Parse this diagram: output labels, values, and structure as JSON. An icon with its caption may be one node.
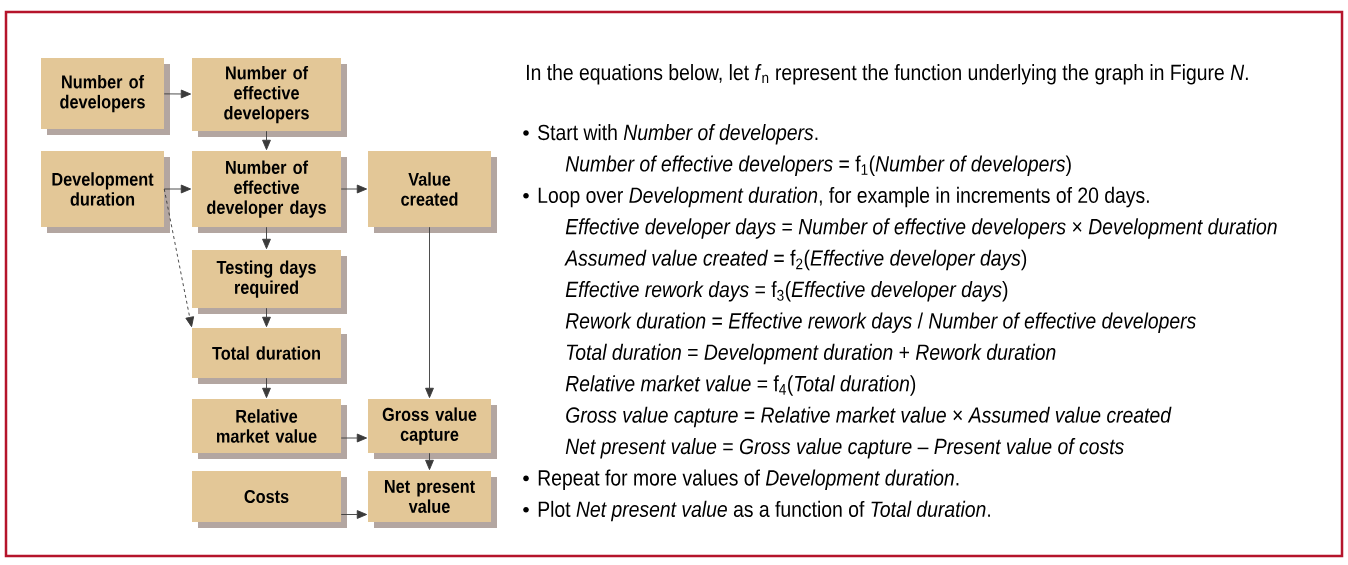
{
  "diagram": {
    "nodes": [
      {
        "text": [
          "Number of developers"
        ]
      },
      {
        "text": [
          "Number of effective developers"
        ]
      },
      {
        "text": [
          "Development duration"
        ]
      },
      {
        "text": [
          "Number of effective developer days"
        ]
      },
      {
        "text": [
          "Value created"
        ]
      },
      {
        "text": [
          "Testing days required"
        ]
      },
      {
        "text": [
          "Total duration"
        ]
      },
      {
        "text": [
          "Relative market value"
        ]
      },
      {
        "text": [
          "Gross value capture"
        ]
      },
      {
        "text": [
          "Costs"
        ]
      },
      {
        "text": [
          "Net present value"
        ]
      }
    ],
    "edges": [
      {
        "from": 0,
        "to": 1,
        "arrow": "to"
      },
      {
        "from": 1,
        "to": 3,
        "arrow": "to"
      },
      {
        "from": 2,
        "to": 3,
        "arrow": "to"
      },
      {
        "from": 2,
        "to": 6,
        "arrow": "to",
        "style": "dashed"
      },
      {
        "from": 3,
        "to": 4,
        "arrow": "to"
      },
      {
        "from": 3,
        "to": 5,
        "arrow": "to"
      },
      {
        "from": 5,
        "to": 6,
        "arrow": "to"
      },
      {
        "from": 4,
        "to": 8,
        "arrow": "to"
      },
      {
        "from": 6,
        "to": 7,
        "arrow": "to"
      },
      {
        "from": 7,
        "to": 8,
        "arrow": "to"
      },
      {
        "from": 8,
        "to": 10,
        "arrow": "to"
      },
      {
        "from": 9,
        "to": 10,
        "arrow": "to"
      }
    ],
    "labels": [
      "In the equations below, let *f*$_{n}$ represent the function underlying the graph in Figure *N*.",
      "Start with *Number of developers*.",
      "*Number of effective developers* = f$_{1}$(*Number of developers*)",
      "Loop over *Development duration*, for example in increments of 20 days.",
      "*Effective developer days* = *Number of effective developers* × *Development duration*",
      "*Assumed value created* = f$_{2}$(*Effective developer days*)",
      "*Effective rework days* = f$_{3}$(*Effective developer days*)",
      "*Rework duration* = *Effective rework days* / *Number of effective developers*",
      "*Total duration* = *Development duration* + *Rework duration*",
      "*Relative market value* = f$_{4}$(*Total duration*)",
      "*Gross value capture* = *Relative market value* × *Assumed value created*",
      "*Net present value* = *Gross value capture* – *Present value of costs*",
      "Repeat for more values of *Development duration*.",
      "Plot *Net present value* as a function of *Total duration*."
    ]
  }
}
